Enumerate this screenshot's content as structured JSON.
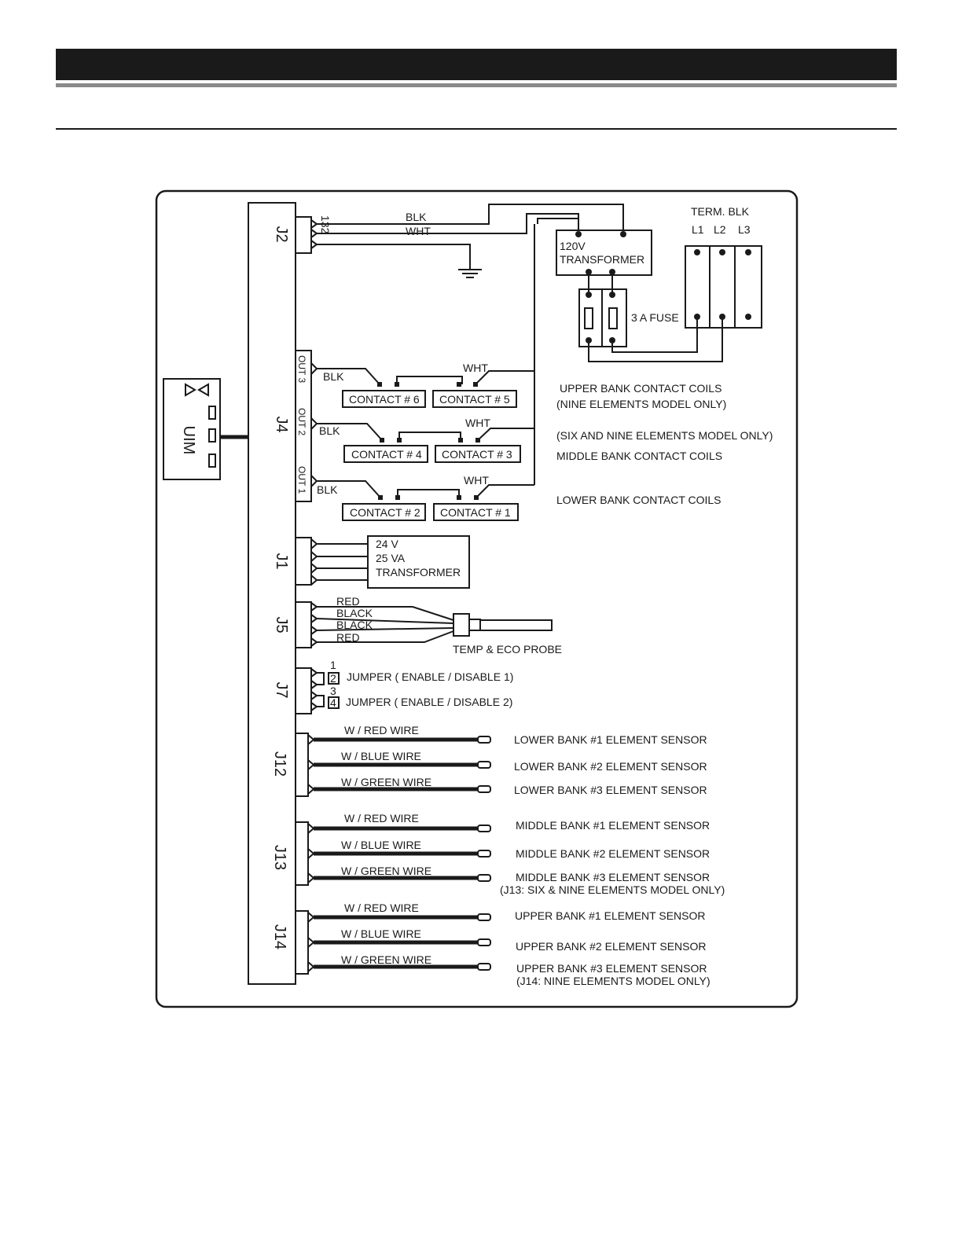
{
  "connectors": {
    "j2": "J2",
    "j4": "J4",
    "j1": "J1",
    "j5": "J5",
    "j7": "J7",
    "j12": "J12",
    "j13": "J13",
    "j14": "J14"
  },
  "uim": "UIM",
  "j2": {
    "pins": "132",
    "blk": "BLK",
    "wht": "WHT"
  },
  "transformer120": {
    "line1": "120V",
    "line2": "TRANSFORMER"
  },
  "term_block": {
    "title": "TERM. BLK",
    "l1": "L1",
    "l2": "L2",
    "l3": "L3"
  },
  "fuse_label": "3 A FUSE",
  "outputs": {
    "out3": "OUT 3",
    "out2": "OUT 2",
    "out1": "OUT 1"
  },
  "wires": {
    "blk": "BLK",
    "wht": "WHT"
  },
  "contacts": {
    "c6": "CONTACT # 6",
    "c5": "CONTACT # 5",
    "c4": "CONTACT # 4",
    "c3": "CONTACT # 3",
    "c2": "CONTACT # 2",
    "c1": "CONTACT # 1"
  },
  "notes": {
    "upper_1": "UPPER BANK CONTACT COILS",
    "upper_2": "(NINE ELEMENTS MODEL ONLY)",
    "middle_1": "(SIX AND NINE ELEMENTS MODEL ONLY)",
    "middle_2": "MIDDLE BANK CONTACT COILS",
    "lower": "LOWER BANK CONTACT COILS"
  },
  "transformer24": {
    "line1": "24 V",
    "line2": "25 VA",
    "line3": "TRANSFORMER"
  },
  "probe": {
    "wire1": "RED",
    "wire2": "BLACK",
    "wire3": "BLACK",
    "wire4": "RED",
    "label": "TEMP & ECO PROBE"
  },
  "jumpers": {
    "p1": "1",
    "p2": "2",
    "p3": "3",
    "p4": "4",
    "label1": "JUMPER ( ENABLE / DISABLE 1)",
    "label2": "JUMPER ( ENABLE / DISABLE 2)"
  },
  "sensor_wires": {
    "red": "W / RED WIRE",
    "blue": "W / BLUE WIRE",
    "green": "W / GREEN WIRE"
  },
  "sensors": {
    "lower1": "LOWER BANK #1 ELEMENT SENSOR",
    "lower2": "LOWER BANK #2 ELEMENT SENSOR",
    "lower3": "LOWER BANK #3 ELEMENT SENSOR",
    "middle1": "MIDDLE BANK #1 ELEMENT SENSOR",
    "middle2": "MIDDLE BANK #2 ELEMENT SENSOR",
    "middle3": "MIDDLE BANK #3 ELEMENT SENSOR",
    "middle_note": "(J13: SIX  & NINE ELEMENTS MODEL ONLY)",
    "upper1": "UPPER BANK #1 ELEMENT SENSOR",
    "upper2": "UPPER BANK #2 ELEMENT SENSOR",
    "upper3": "UPPER BANK #3 ELEMENT SENSOR",
    "upper_note": "(J14: NINE ELEMENTS MODEL ONLY)"
  }
}
